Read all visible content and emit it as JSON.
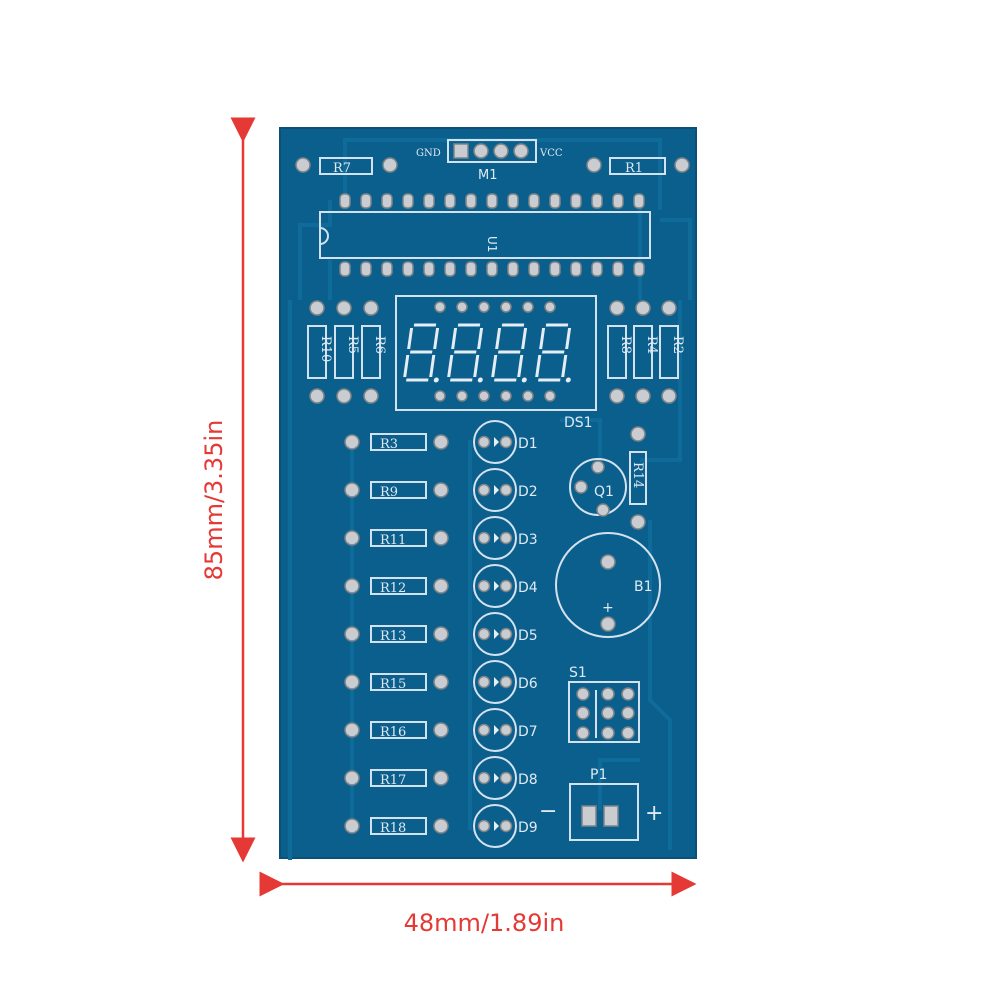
{
  "dimensions": {
    "height_label": "85mm/3.35in",
    "width_label": "48mm/1.89in",
    "accent_color": "#e53935"
  },
  "board": {
    "color": "#0b5f8c",
    "silk_color": "#dfe9f4",
    "header": {
      "left": "GND",
      "right": "VCC",
      "name": "M1"
    },
    "ic": "U1",
    "display": {
      "name": "DS1",
      "digits": 4
    },
    "top_resistors": [
      "R7",
      "R1"
    ],
    "left_resistors": [
      "R10",
      "R5",
      "R6"
    ],
    "right_resistors": [
      "R8",
      "R4",
      "R2"
    ],
    "resistor_column": [
      "R3",
      "R9",
      "R11",
      "R12",
      "R13",
      "R15",
      "R16",
      "R17",
      "R18"
    ],
    "leds": [
      "D1",
      "D2",
      "D3",
      "D4",
      "D5",
      "D6",
      "D7",
      "D8",
      "D9"
    ],
    "transistor": "Q1",
    "transistor_resistor": "R14",
    "buzzer": {
      "name": "B1",
      "plus": "+"
    },
    "switch": "S1",
    "power": {
      "name": "P1",
      "minus": "−",
      "plus": "+"
    }
  }
}
